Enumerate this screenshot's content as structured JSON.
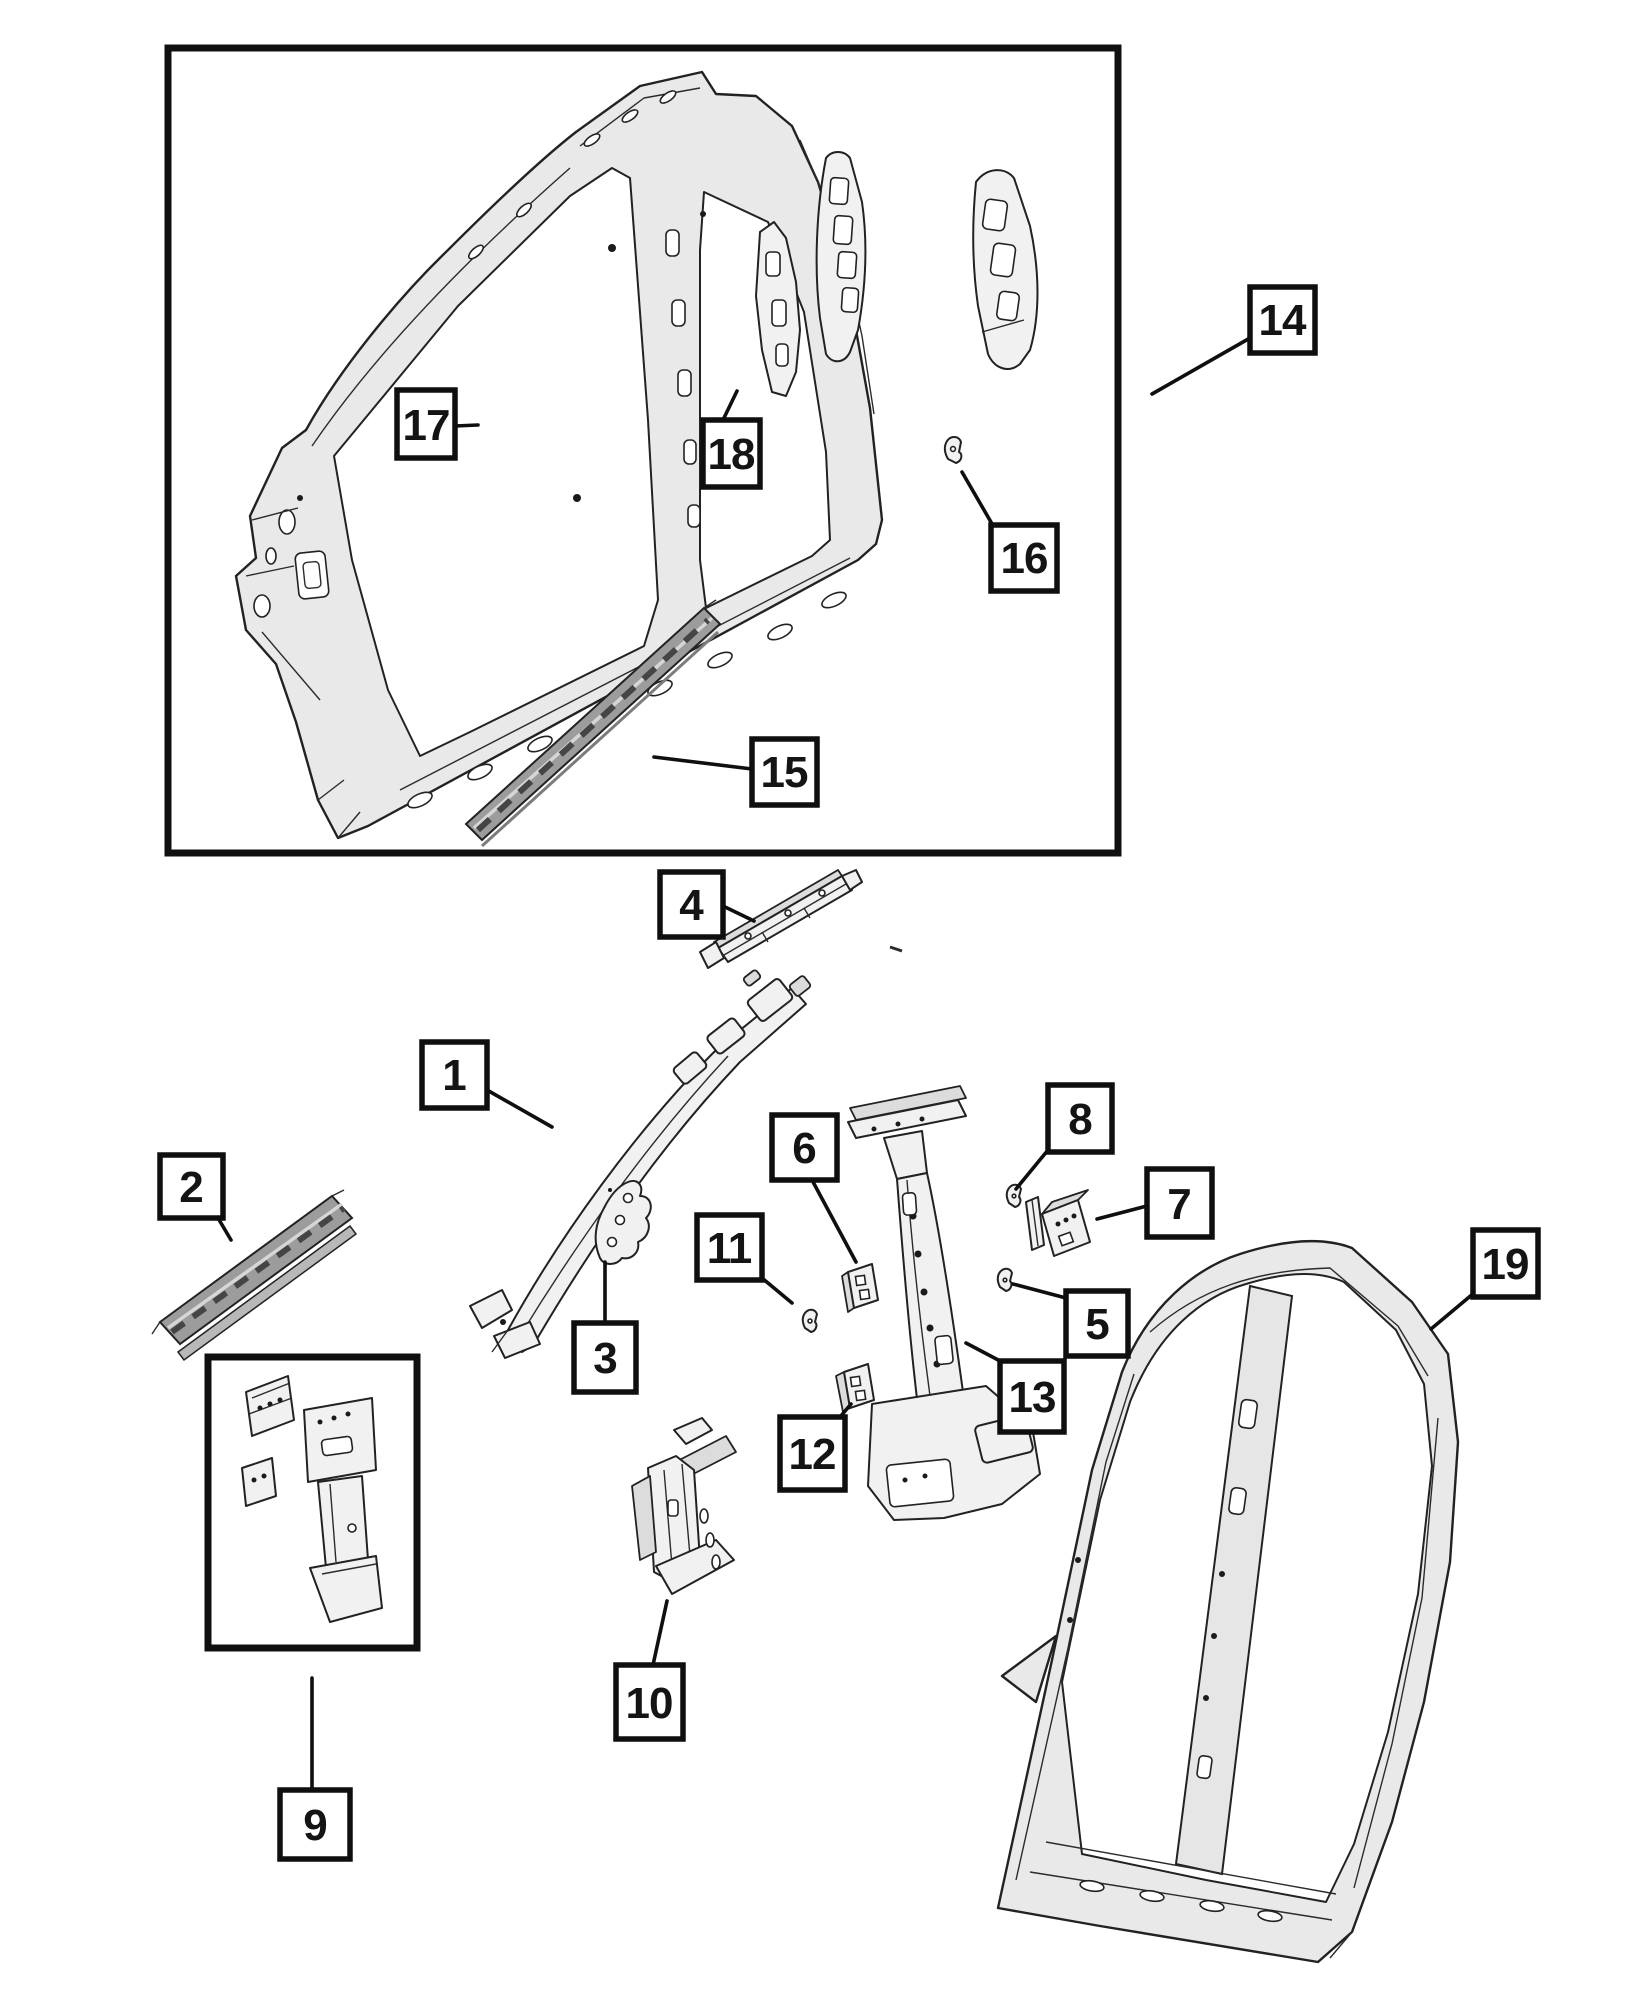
{
  "diagram": {
    "colors": {
      "background": "#ffffff",
      "line": "#222222",
      "callout_border": "#0f0f0f",
      "metal_light": "#e9e9e9",
      "metal_mid": "#cfcfcf",
      "strip_dark": "#9c9c9c"
    },
    "callouts": {
      "c1": {
        "label": "1"
      },
      "c2": {
        "label": "2"
      },
      "c3": {
        "label": "3"
      },
      "c4": {
        "label": "4"
      },
      "c5": {
        "label": "5"
      },
      "c6": {
        "label": "6"
      },
      "c7": {
        "label": "7"
      },
      "c8": {
        "label": "8"
      },
      "c9": {
        "label": "9"
      },
      "c10": {
        "label": "10"
      },
      "c11": {
        "label": "11"
      },
      "c12": {
        "label": "12"
      },
      "c13": {
        "label": "13"
      },
      "c14": {
        "label": "14"
      },
      "c15": {
        "label": "15"
      },
      "c16": {
        "label": "16"
      },
      "c17": {
        "label": "17"
      },
      "c18": {
        "label": "18"
      },
      "c19": {
        "label": "19"
      }
    }
  }
}
